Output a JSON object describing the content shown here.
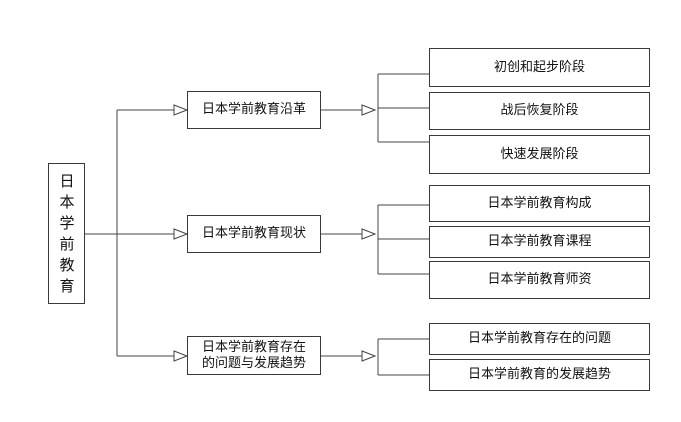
{
  "root": {
    "label": "日本学前教育"
  },
  "branches": [
    {
      "label": "日本学前教育沿革",
      "children": [
        "初创和起步阶段",
        "战后恢复阶段",
        "快速发展阶段"
      ]
    },
    {
      "label": "日本学前教育现状",
      "children": [
        "日本学前教育构成",
        "日本学前教育课程",
        "日本学前教育师资"
      ]
    },
    {
      "label_line1": "日本学前教育存在",
      "label_line2": "的问题与发展趋势",
      "children": [
        "日本学前教育存在的问题",
        "日本学前教育的发展趋势"
      ]
    }
  ]
}
